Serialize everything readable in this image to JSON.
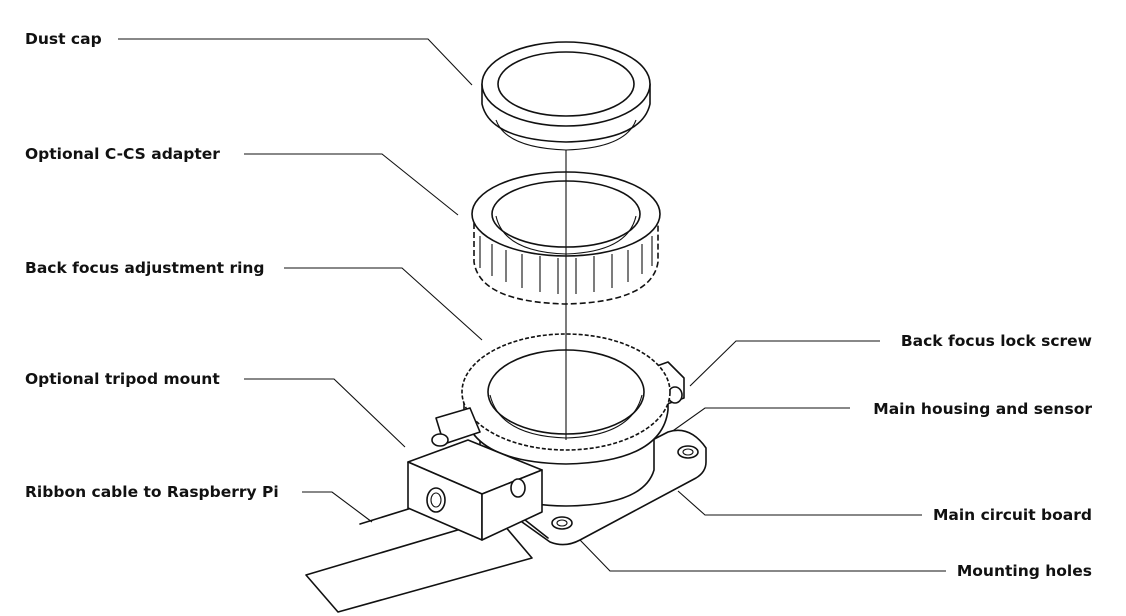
{
  "labels": {
    "dust_cap": "Dust cap",
    "cs_adapter": "Optional C-CS adapter",
    "focus_ring": "Back focus adjustment ring",
    "tripod_mount": "Optional tripod mount",
    "ribbon_cable": "Ribbon cable to Raspberry Pi",
    "lock_screw": "Back focus lock screw",
    "main_housing": "Main housing and sensor",
    "circuit_board": "Main circuit board",
    "mounting_holes": "Mounting holes"
  }
}
